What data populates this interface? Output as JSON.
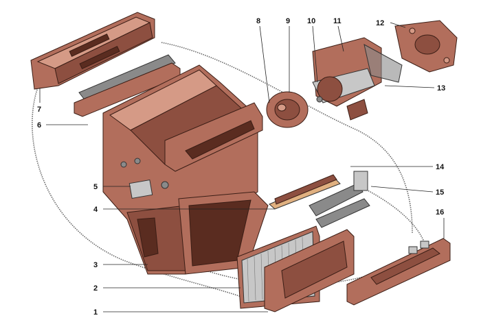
{
  "callouts": [
    {
      "id": "1",
      "label": "1"
    },
    {
      "id": "2",
      "label": "2"
    },
    {
      "id": "3",
      "label": "3"
    },
    {
      "id": "4",
      "label": "4"
    },
    {
      "id": "5",
      "label": "5"
    },
    {
      "id": "6",
      "label": "6"
    },
    {
      "id": "7",
      "label": "7"
    },
    {
      "id": "8",
      "label": "8"
    },
    {
      "id": "9",
      "label": "9"
    },
    {
      "id": "10",
      "label": "10"
    },
    {
      "id": "11",
      "label": "11"
    },
    {
      "id": "12",
      "label": "12"
    },
    {
      "id": "13",
      "label": "13"
    },
    {
      "id": "14",
      "label": "14"
    },
    {
      "id": "15",
      "label": "15"
    },
    {
      "id": "16",
      "label": "16"
    }
  ],
  "colors": {
    "housing": "#b26e5c",
    "housing_shadow": "#8d4f40",
    "housing_highlight": "#d59a86",
    "metal": "#8a8a8a",
    "filter": "#e0b080",
    "background": "#ffffff"
  }
}
